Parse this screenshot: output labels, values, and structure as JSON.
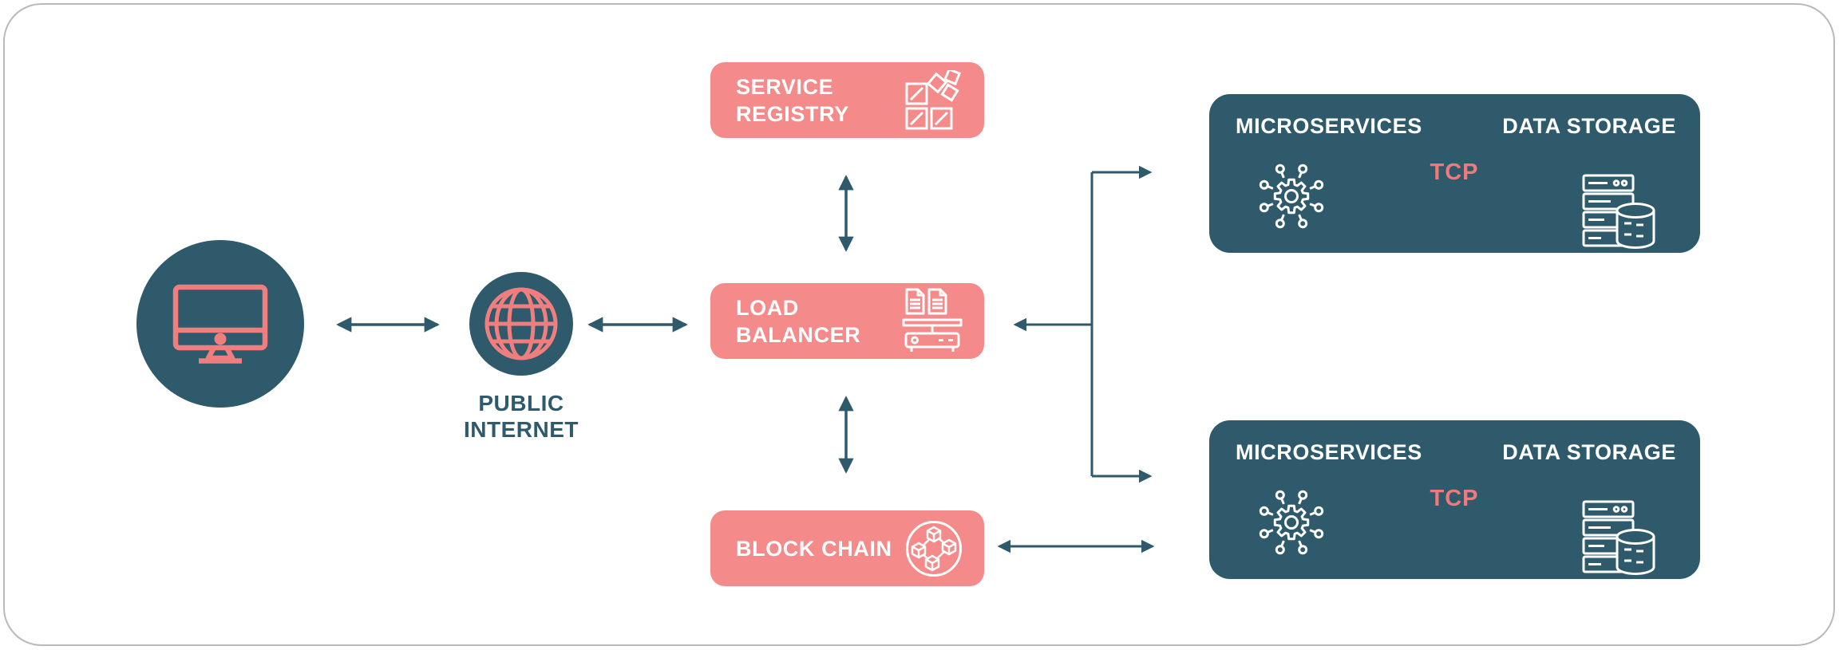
{
  "canvas": {
    "background": "#ffffff",
    "border_color": "#b9b9b9"
  },
  "palette": {
    "teal": "#2E5A6C",
    "salmon": "#F48A8A",
    "salmon_icon_stroke": "#F17E7E",
    "tcp_accent": "#EE7B7B",
    "white": "#FFFFFF"
  },
  "nodes": {
    "client": {
      "icon": "desktop-monitor-icon"
    },
    "public_internet": {
      "icon": "globe-icon",
      "label": [
        "PUBLIC",
        "INTERNET"
      ]
    },
    "service_registry": {
      "icon": "registry-modules-icon",
      "label": [
        "SERVICE",
        "REGISTRY"
      ]
    },
    "load_balancer": {
      "icon": "load-balancer-icon",
      "label": [
        "LOAD",
        "BALANCER"
      ]
    },
    "block_chain": {
      "icon": "blockchain-icon",
      "label": "BLOCK CHAIN"
    },
    "clusters": [
      {
        "microservices": "MICROSERVICES",
        "data_storage": "DATA STORAGE",
        "protocol": "TCP",
        "icons": [
          "microservices-gear-icon",
          "database-server-icon"
        ]
      },
      {
        "microservices": "MICROSERVICES",
        "data_storage": "DATA STORAGE",
        "protocol": "TCP",
        "icons": [
          "microservices-gear-icon",
          "database-server-icon"
        ]
      }
    ]
  },
  "connections": [
    {
      "from": "client",
      "to": "public-internet",
      "type": "bidirectional"
    },
    {
      "from": "public-internet",
      "to": "load-balancer",
      "type": "bidirectional"
    },
    {
      "from": "service-registry",
      "to": "load-balancer",
      "type": "bidirectional-vertical"
    },
    {
      "from": "load-balancer",
      "to": "block-chain",
      "type": "bidirectional-vertical"
    },
    {
      "from": "cluster-trunk",
      "to": "load-balancer",
      "type": "arrow-left"
    },
    {
      "from": "cluster-trunk",
      "to": "cluster-top",
      "type": "arrow-right"
    },
    {
      "from": "cluster-trunk",
      "to": "cluster-bottom",
      "type": "arrow-right"
    },
    {
      "from": "block-chain",
      "to": "cluster-bottom",
      "type": "bidirectional"
    },
    {
      "from": "microservices",
      "to": "data-storage",
      "type": "bidirectional",
      "label": "TCP",
      "cluster": "top"
    },
    {
      "from": "microservices",
      "to": "data-storage",
      "type": "bidirectional",
      "label": "TCP",
      "cluster": "bottom"
    }
  ]
}
